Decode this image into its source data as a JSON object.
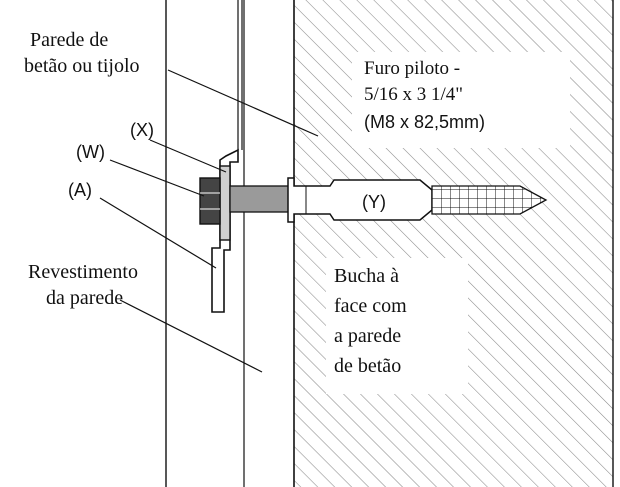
{
  "labels": {
    "wall": [
      "Parede de",
      "betão ou tijolo"
    ],
    "pilot_hole": [
      "Furo piloto -",
      "5/16 x 3 1/4\"",
      "(M8 x 82,5mm)"
    ],
    "x": "(X)",
    "w": "(W)",
    "a": "(A)",
    "y": "(Y)",
    "cladding": [
      "Revestimento",
      "da parede"
    ],
    "anchor": [
      "Bucha à",
      "face com",
      "a parede",
      "de betão"
    ]
  },
  "colors": {
    "line": "#111111",
    "hatch": "#8a8a8a",
    "background": "#ffffff"
  }
}
